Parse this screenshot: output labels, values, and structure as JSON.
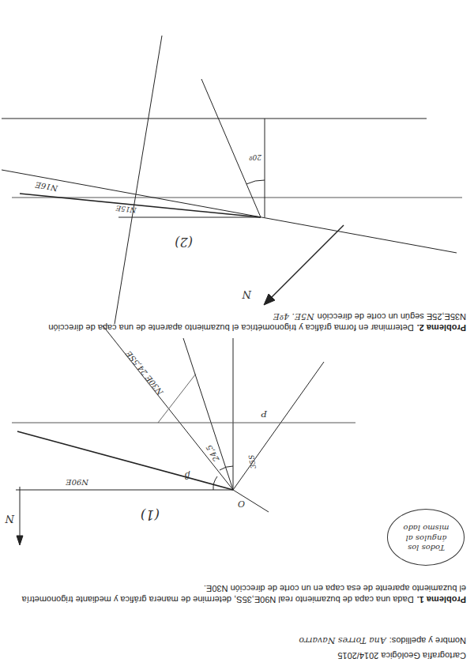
{
  "diagram": {
    "title": "Cartografía Geológica 2014/2015",
    "nodes": [
      {
        "text": [
          "Todos los ángulos al mismo lado"
        ]
      }
    ],
    "labels": [
      "Nombre y apellidos:",
      "Ana Torres Navarro",
      "Problema 1.",
      "Dada una capa de buzamiento real N90E,35S, determine de manera gráfica y mediante trigonometría el buzamiento aparente de esa capa en un corte de dirección N30E.",
      "N",
      "N90E",
      "O",
      "(1)",
      "35S",
      "24,5",
      "β",
      "P",
      "N30E 24,5SE",
      "Problema 2.",
      "Determinar en forma gráfica y trigonométrica el buzamiento aparente de una capa de dirección N35E,25E según un corte de dirección",
      "N5E. 4ºE",
      "N15E",
      "(2)",
      "20º",
      "N16E",
      "N"
    ]
  }
}
